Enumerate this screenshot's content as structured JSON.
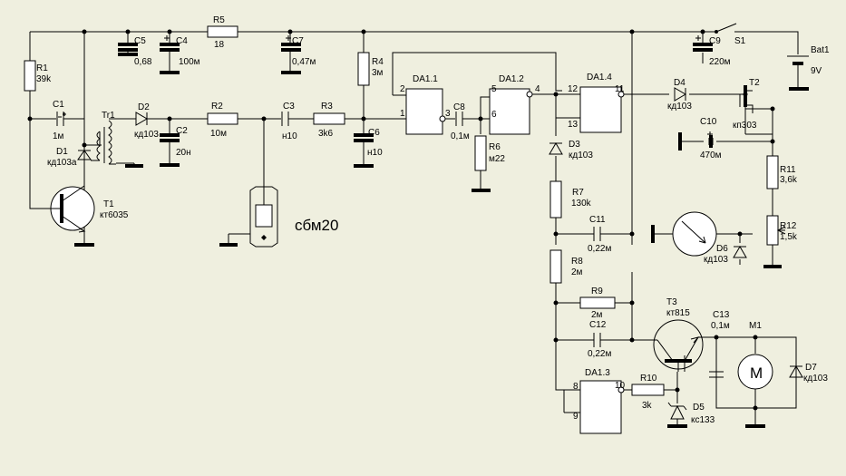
{
  "labels": {
    "r1": "R1",
    "r1v": "39k",
    "c1": "C1",
    "c1v": "1м",
    "d1": "D1",
    "d1v": "кд103а",
    "tr1": "Tr1",
    "d2": "D2",
    "d2v": "кд103",
    "c2": "C2",
    "c2v": "20н",
    "r2": "R2",
    "r2v": "10м",
    "t1": "T1",
    "t1v": "кт6035",
    "c5": "C5",
    "c5v": "0,68",
    "c4": "C4",
    "c4v": "100м",
    "r5": "R5",
    "r5v": "18",
    "c7": "C7",
    "c7v": "0,47м",
    "c3": "C3",
    "c3v": "н10",
    "r3": "R3",
    "r3v": "3k6",
    "r4": "R4",
    "r4v": "3м",
    "c6": "C6",
    "c6v": "н10",
    "sensor": "сбм20",
    "da11": "DA1.1",
    "da12": "DA1.2",
    "da14": "DA1.4",
    "da13": "DA1.3",
    "p1": "1",
    "p2": "2",
    "p3": "3",
    "p5": "5",
    "p4": "4",
    "p6": "6",
    "p12": "12",
    "p11": "11",
    "p13": "13",
    "p8": "8",
    "p9": "9",
    "p10": "10",
    "c8": "C8",
    "c8v": "0,1м",
    "r6": "R6",
    "r6v": "м22",
    "d3": "D3",
    "d3v": "кд103",
    "r7": "R7",
    "r7v": "130k",
    "c11": "C11",
    "c11v": "0,22м",
    "r8": "R8",
    "r8v": "2м",
    "r9": "R9",
    "r9v": "2м",
    "c12": "C12",
    "c12v": "0,22м",
    "c9": "C9",
    "c9v": "220м",
    "s1": "S1",
    "bat": "Bat1",
    "batv": "9V",
    "d4": "D4",
    "d4v": "кд103",
    "t2": "T2",
    "t2v": "кп303",
    "c10": "C10",
    "c10v": "470м",
    "r11": "R11",
    "r11v": "3,6k",
    "r12": "R12",
    "r12v": "1,5k",
    "d6": "D6",
    "d6v": "кд103",
    "t3": "T3",
    "t3v": "кт815",
    "c13": "C13",
    "c13v": "0,1м",
    "m1": "M1",
    "m1sym": "M",
    "d7": "D7",
    "d7v": "кд103",
    "r10": "R10",
    "r10v": "3k",
    "d5": "D5",
    "d5v": "кс133"
  }
}
